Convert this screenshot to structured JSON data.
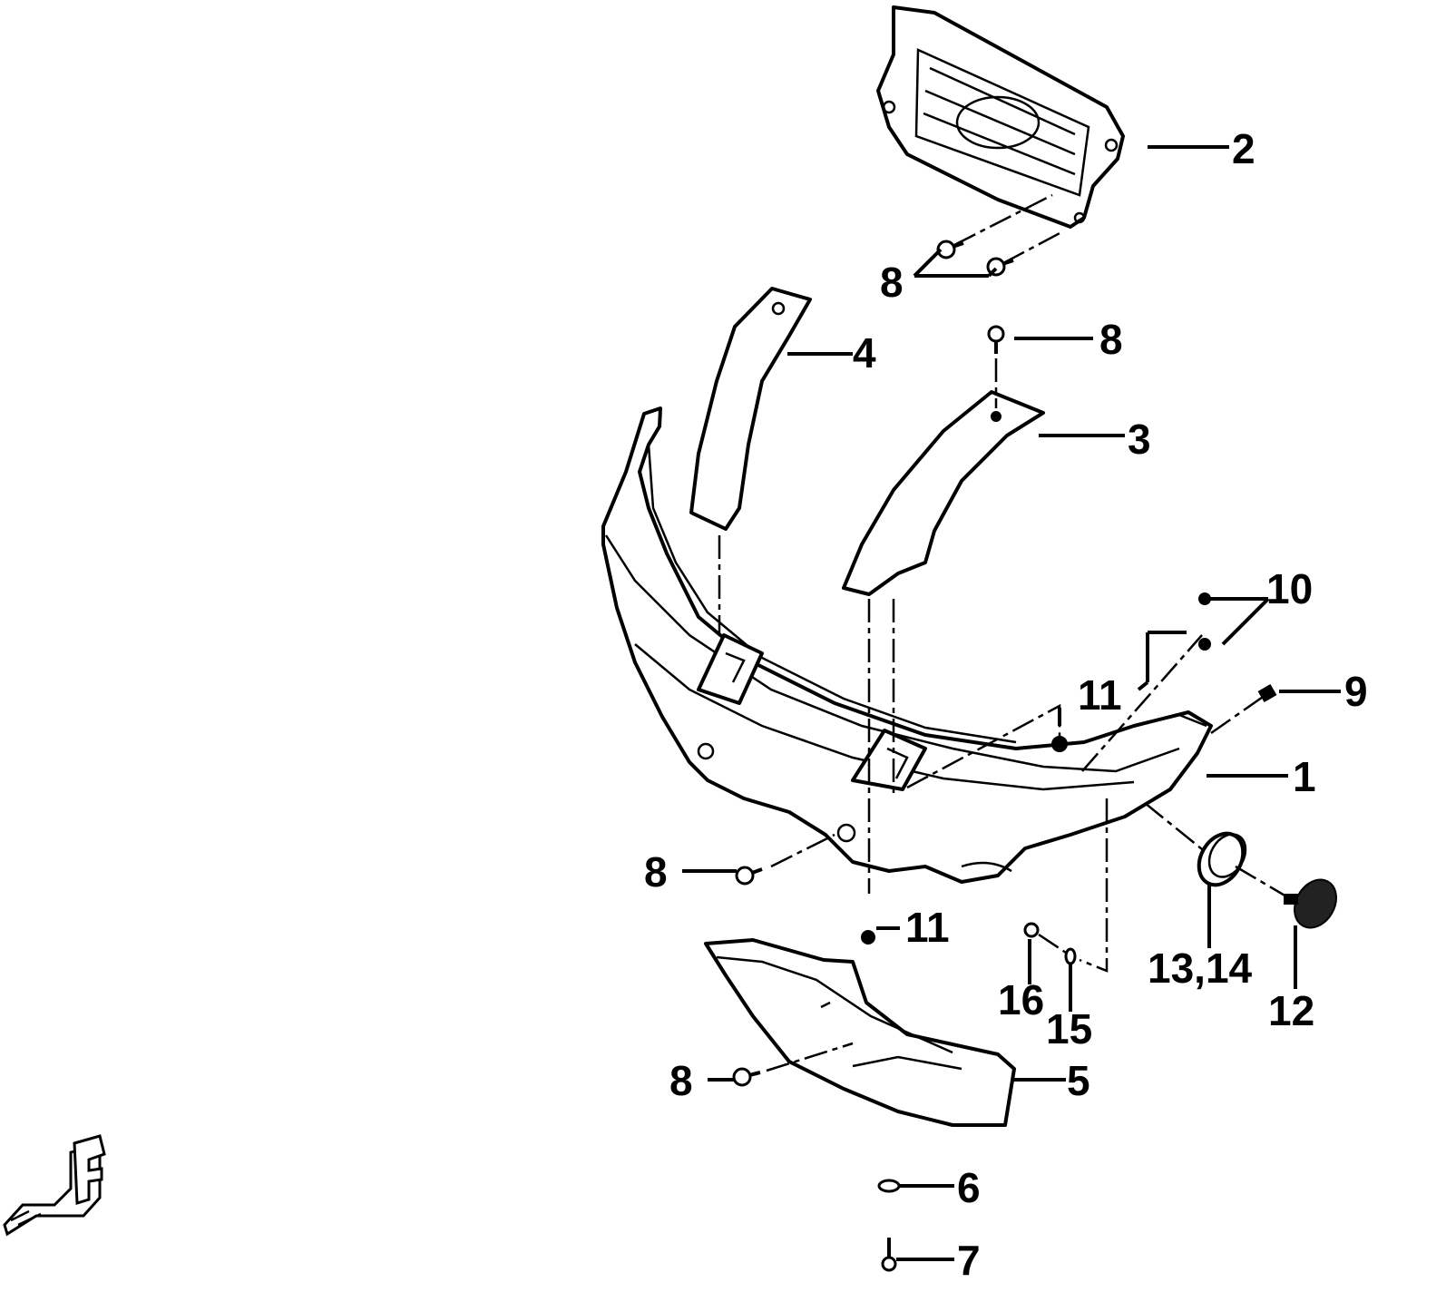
{
  "callouts": {
    "c1": "1",
    "c2": "2",
    "c3": "3",
    "c4": "4",
    "c5": "5",
    "c6": "6",
    "c7": "7",
    "c8a": "8",
    "c8b": "8",
    "c8c": "8",
    "c8d": "8",
    "c9": "9",
    "c10": "10",
    "c11a": "11",
    "c11b": "11",
    "c12": "12",
    "c13_14": "13,14",
    "c15": "15",
    "c16": "16"
  },
  "direction_marker": "F"
}
